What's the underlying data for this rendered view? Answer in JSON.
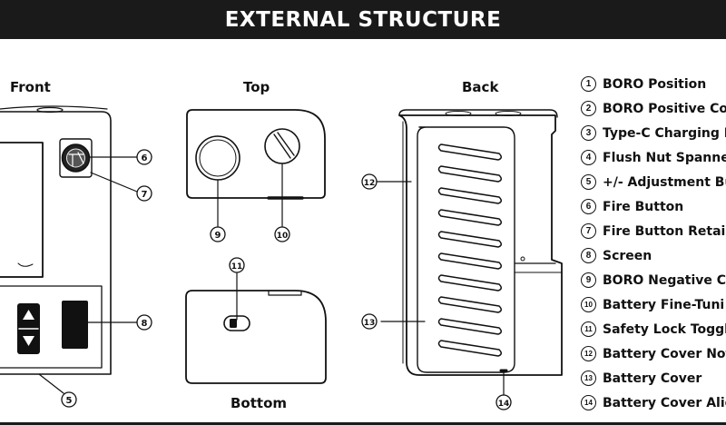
{
  "header": {
    "title": "EXTERNAL STRUCTURE"
  },
  "views": {
    "front": "Front",
    "top": "Top",
    "back": "Back",
    "bottom": "Bottom"
  },
  "callouts": [
    "6",
    "7",
    "8",
    "5",
    "9",
    "10",
    "11",
    "12",
    "13",
    "14"
  ],
  "legend": {
    "items": [
      {
        "num": "1",
        "label": "BORO Position"
      },
      {
        "num": "2",
        "label": "BORO Positive Co"
      },
      {
        "num": "3",
        "label": "Type-C Charging I"
      },
      {
        "num": "4",
        "label": "Flush Nut Spanne"
      },
      {
        "num": "5",
        "label": "+/- Adjustment Bu"
      },
      {
        "num": "6",
        "label": "Fire Button"
      },
      {
        "num": "7",
        "label": "Fire Button Retair"
      },
      {
        "num": "8",
        "label": "Screen"
      },
      {
        "num": "9",
        "label": "BORO Negative Co"
      },
      {
        "num": "10",
        "label": "Battery Fine-Tuni"
      },
      {
        "num": "11",
        "label": "Safety Lock Toggl"
      },
      {
        "num": "12",
        "label": "Battery Cover Not"
      },
      {
        "num": "13",
        "label": "Battery Cover"
      },
      {
        "num": "14",
        "label": "Battery Cover Alig"
      }
    ]
  }
}
